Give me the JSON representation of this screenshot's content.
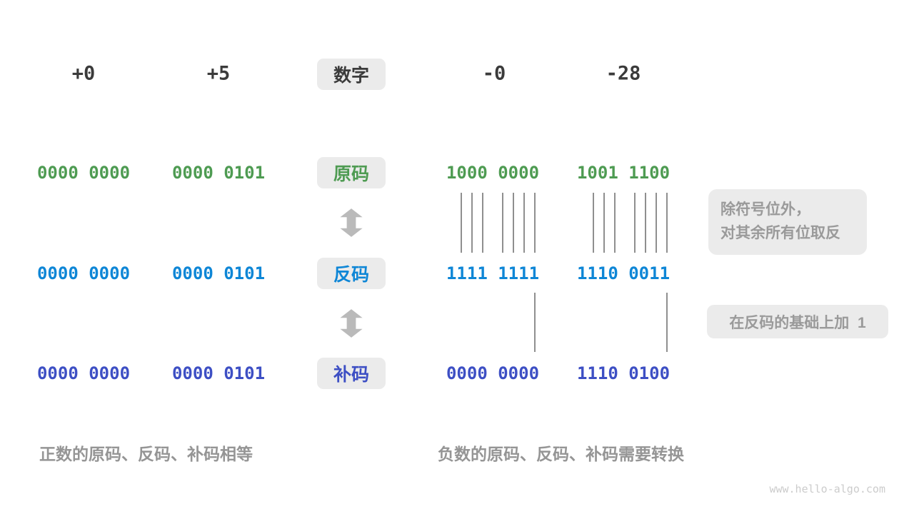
{
  "colors": {
    "sign_magnitude_green": "#4e9b52",
    "ones_complement_blue": "#0e86d6",
    "twos_complement_indigo": "#3d4fc4",
    "header_dark": "#3b3b3b",
    "annotation_gray": "#9a9a9a",
    "badge_background": "#ebebeb",
    "tick_line_gray": "#8f8f8f",
    "arrow_gray": "#bababa"
  },
  "header": {
    "label": "数字",
    "values": [
      "+0",
      "+5",
      "-0",
      "-28"
    ]
  },
  "rows": [
    {
      "label": "原码",
      "values": [
        "0000 0000",
        "0000 0101",
        "1000 0000",
        "1001 1100"
      ]
    },
    {
      "label": "反码",
      "values": [
        "0000 0000",
        "0000 0101",
        "1111 1111",
        "1110 0011"
      ]
    },
    {
      "label": "补码",
      "values": [
        "0000 0000",
        "0000 0101",
        "0000 0000",
        "1110 0100"
      ]
    }
  ],
  "annotations": {
    "invert_line1": "除符号位外，",
    "invert_line2": "对其余所有位取反",
    "add_one": "在反码的基础上加  1"
  },
  "captions": {
    "positive": "正数的原码、反码、补码相等",
    "negative": "负数的原码、反码、补码需要转换"
  },
  "watermark": "www.hello-algo.com"
}
